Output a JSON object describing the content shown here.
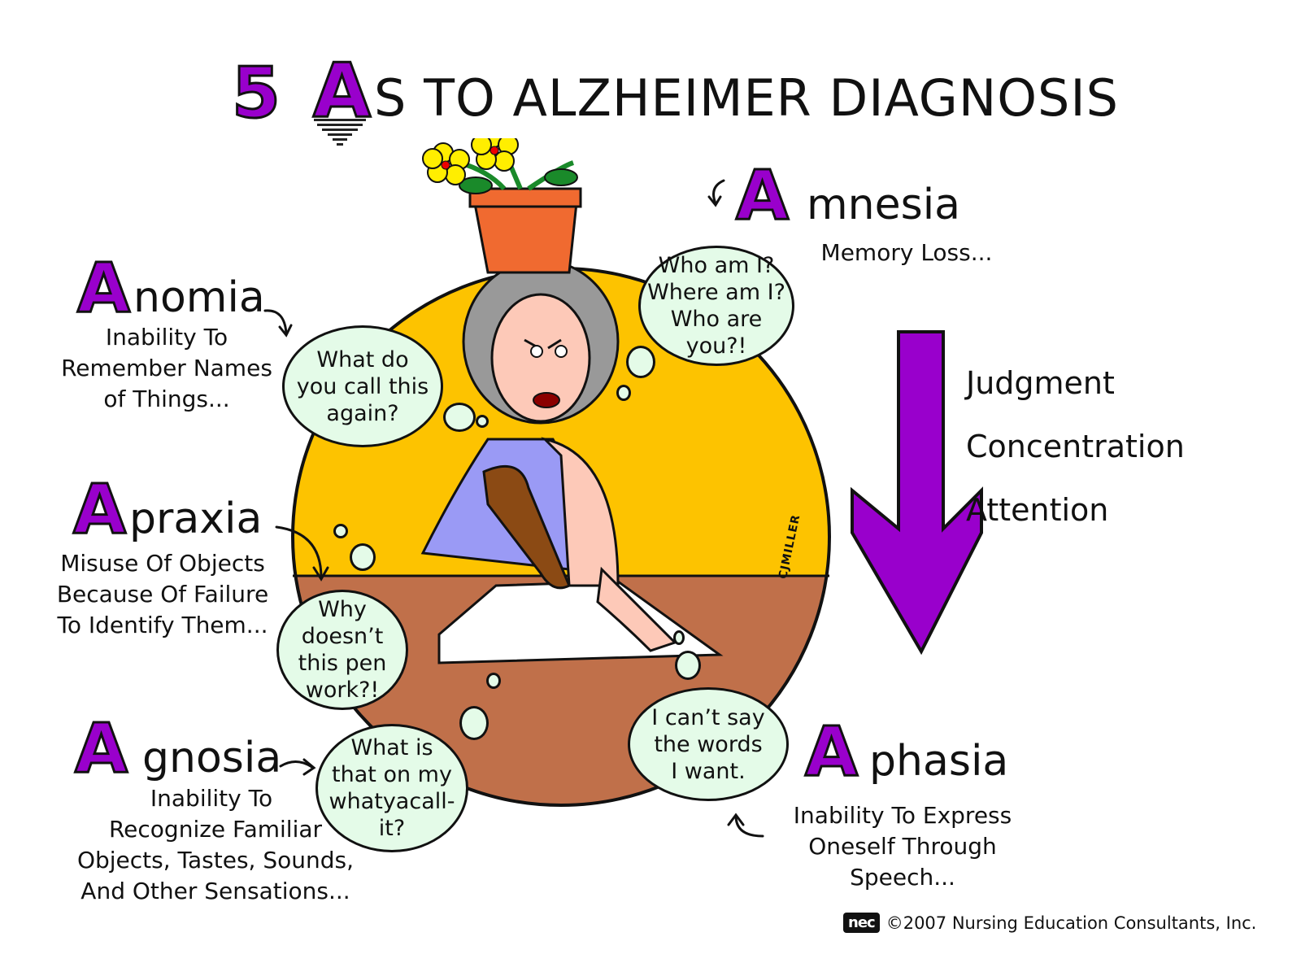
{
  "title": {
    "number": "5",
    "letter": "A",
    "rest": "S TO ALZHEIMER DIAGNOSIS"
  },
  "colors": {
    "accent_purple": "#9900cc",
    "sun_yellow": "#fdc300",
    "table_brown": "#c0704a",
    "bubble_fill": "#e4fbe8",
    "outline": "#111111"
  },
  "terms": {
    "anomia": {
      "letter": "A",
      "word": "nomia",
      "description": [
        "Inability To",
        "Remember Names",
        "of Things..."
      ]
    },
    "amnesia": {
      "letter": "A",
      "word": "mnesia",
      "description": [
        "Memory Loss..."
      ]
    },
    "apraxia": {
      "letter": "A",
      "word": "praxia",
      "description": [
        "Misuse Of Objects",
        "Because Of Failure",
        "To Identify Them..."
      ]
    },
    "agnosia": {
      "letter": "A",
      "word": "gnosia",
      "description": [
        "Inability To",
        "Recognize Familiar",
        "Objects, Tastes, Sounds,",
        "And Other Sensations..."
      ]
    },
    "aphasia": {
      "letter": "A",
      "word": "phasia",
      "description": [
        "Inability To Express",
        "Oneself Through",
        "Speech..."
      ]
    }
  },
  "bubbles": {
    "anomia": [
      "What do",
      "you call this",
      "again?"
    ],
    "amnesia": [
      "Who am I?",
      "Where am I?",
      "Who are",
      "you?!"
    ],
    "apraxia": [
      "Why",
      "doesn’t",
      "this pen",
      "work?!"
    ],
    "agnosia": [
      "What is",
      "that on my",
      "whatyacall-",
      "it?"
    ],
    "aphasia": [
      "I can’t say",
      "the words",
      "I want."
    ]
  },
  "decline_list": {
    "icon": "down-arrow-icon",
    "items": [
      "Judgment",
      "Concentration",
      "Attention"
    ]
  },
  "signature": "CJMILLER",
  "footer": {
    "logo": "nec",
    "copyright": "©2007 Nursing Education Consultants, Inc."
  }
}
